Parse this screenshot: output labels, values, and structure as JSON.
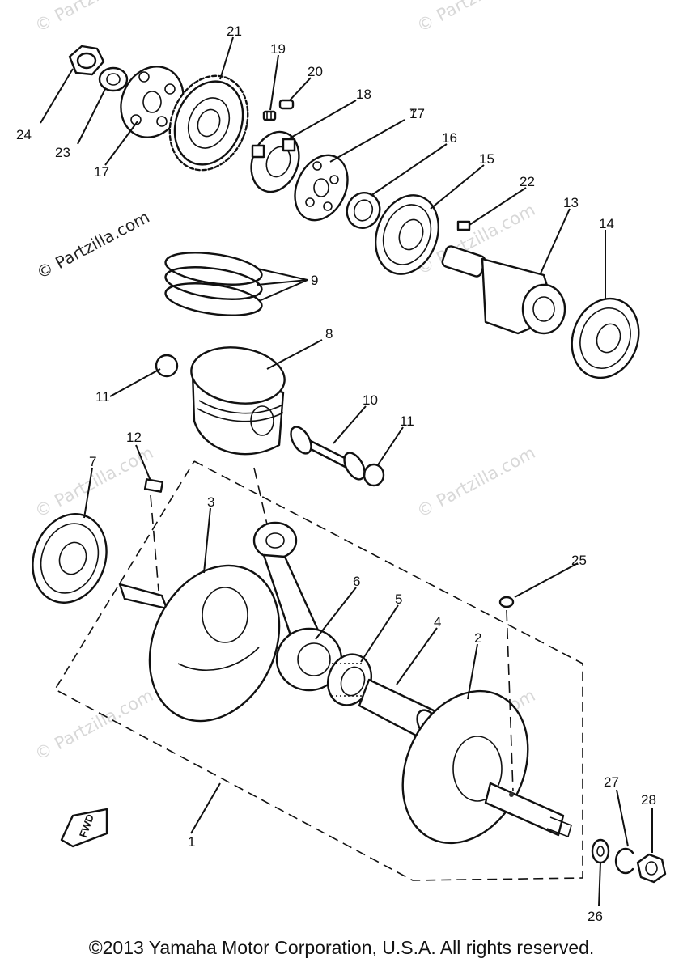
{
  "watermark": {
    "text": "© Partzilla.com"
  },
  "fwd_label": "FWD",
  "footer": {
    "copyright": "©2013 Yamaha Motor Corporation, U.S.A. All rights reserved."
  },
  "callouts": [
    "1",
    "2",
    "3",
    "4",
    "5",
    "6",
    "7",
    "7",
    "8",
    "9",
    "10",
    "11",
    "11",
    "12",
    "13",
    "14",
    "15",
    "16",
    "17",
    "17",
    "18",
    "19",
    "20",
    "21",
    "22",
    "23",
    "24",
    "25",
    "26",
    "27",
    "28"
  ]
}
